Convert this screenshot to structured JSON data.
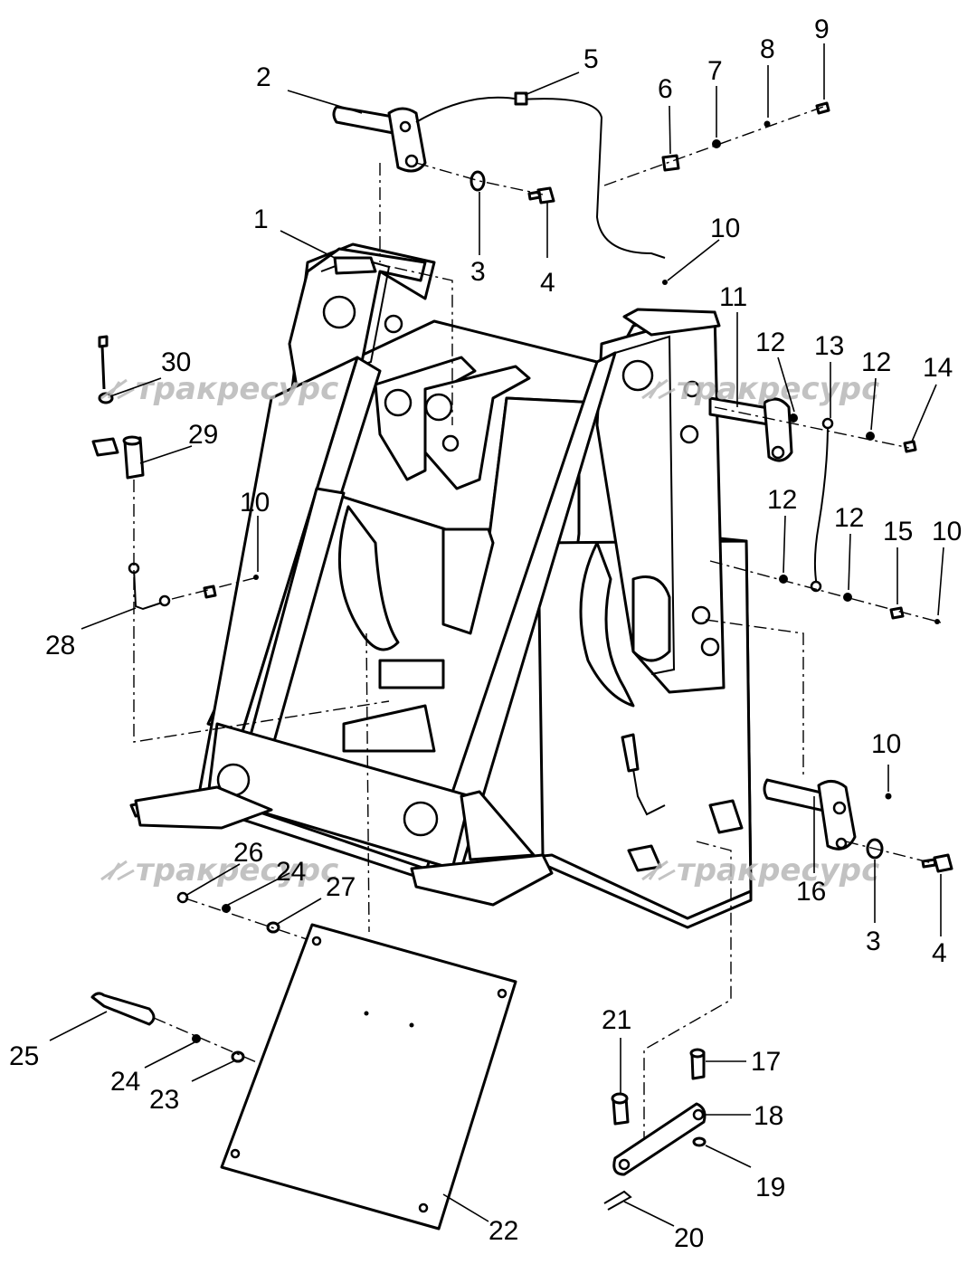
{
  "watermark": {
    "brand": "тракресурс",
    "logo": "TR-logo-icon"
  },
  "callouts": [
    "1",
    "2",
    "3",
    "4",
    "5",
    "6",
    "7",
    "8",
    "9",
    "10",
    "11",
    "12",
    "13",
    "14",
    "15",
    "16",
    "17",
    "18",
    "19",
    "20",
    "21",
    "22",
    "23",
    "24",
    "25",
    "26",
    "27",
    "28",
    "29",
    "30"
  ],
  "colors": {
    "line": "#000000",
    "background": "#ffffff",
    "watermark": "#b8b8b8"
  }
}
